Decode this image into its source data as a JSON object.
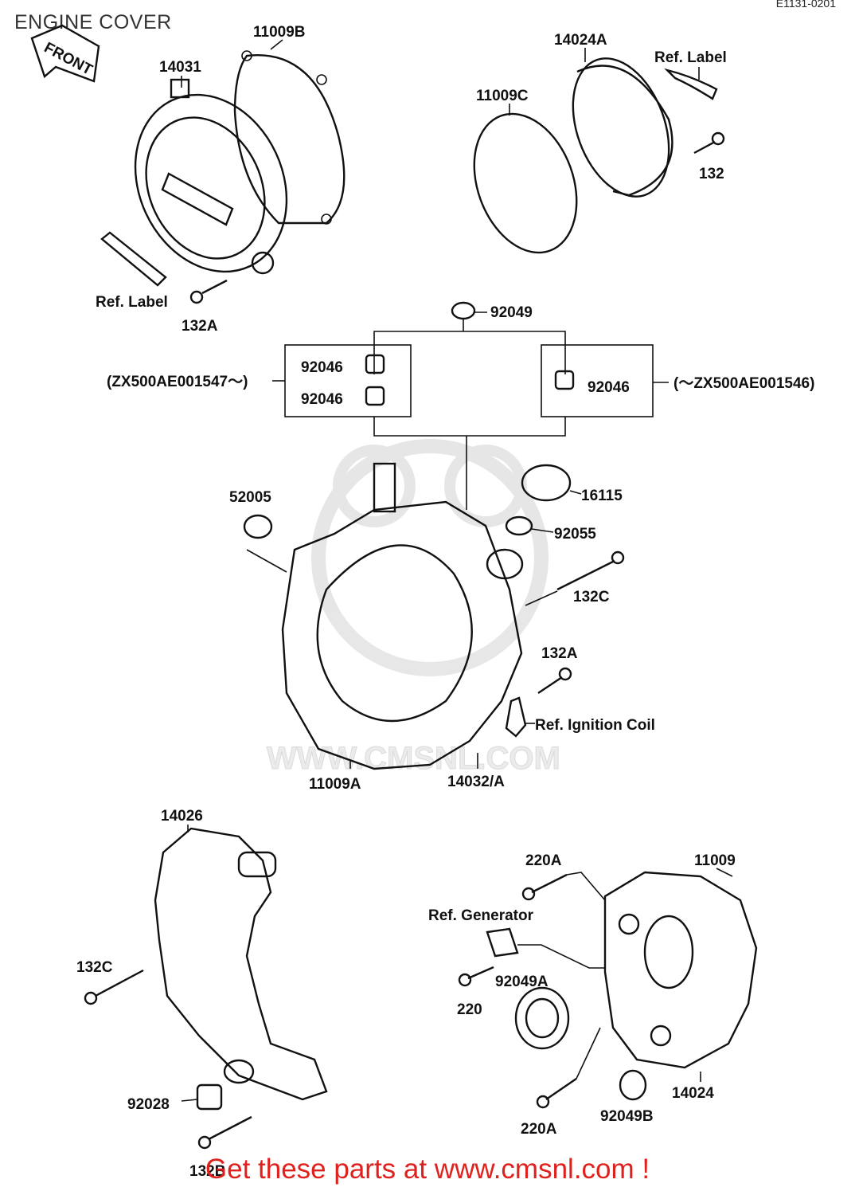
{
  "header": {
    "title": "ENGINE COVER",
    "diagram_code": "E1131-0201"
  },
  "labels": {
    "front": "FRONT",
    "p14031": "14031",
    "p11009B": "11009B",
    "p14024A": "14024A",
    "ref_label_top": "Ref. Label",
    "p11009C": "11009C",
    "p132": "132",
    "ref_label_left": "Ref. Label",
    "p132A_top": "132A",
    "p92049": "92049",
    "p92046_a": "92046",
    "p92046_b": "92046",
    "p92046_c": "92046",
    "serial_left": "(ZX500AE001547～)",
    "serial_right": "(～ZX500AE001546)",
    "p52005": "52005",
    "p16115": "16115",
    "p92055": "92055",
    "p132C_mid": "132C",
    "p132A_mid": "132A",
    "ref_ignition": "Ref. Ignition Coil",
    "p11009A": "11009A",
    "p14032A": "14032/A",
    "p14026": "14026",
    "p132C_low": "132C",
    "p92028": "92028",
    "p132B": "132B",
    "p220A_top": "220A",
    "p11009": "11009",
    "ref_generator": "Ref. Generator",
    "p92049A": "92049A",
    "p220": "220",
    "p14024": "14024",
    "p220A_bottom": "220A",
    "p92049B": "92049B"
  },
  "watermark": "WWW.CMSNL.COM",
  "footer": {
    "text": "Get these parts at www.cmsnl.com !"
  },
  "colors": {
    "footer_text": "#e0201c",
    "line_art": "#111111",
    "watermark": "#e9e9e9"
  }
}
